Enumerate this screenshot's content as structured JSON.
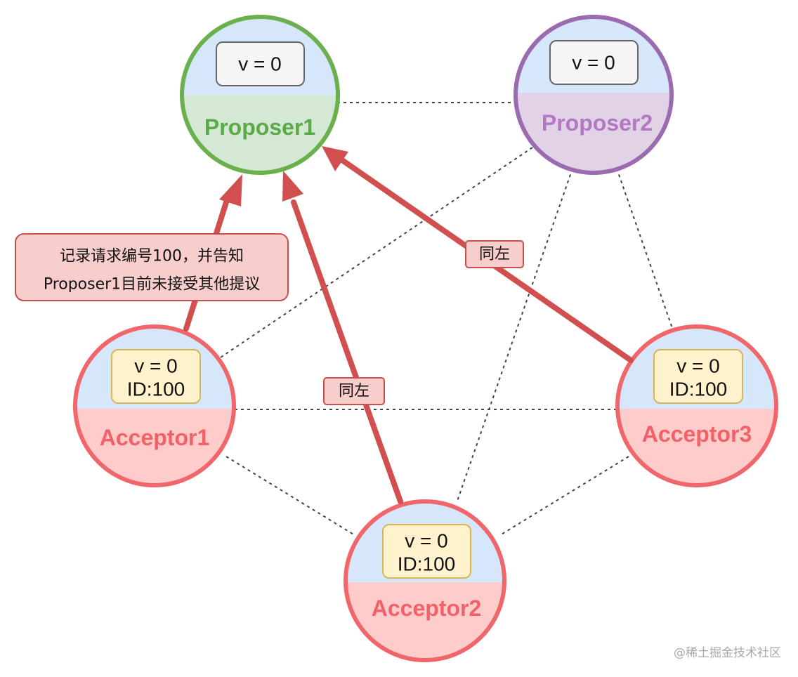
{
  "colors": {
    "proposer1_border": "#6ab04c",
    "proposer1_fill_top": "#d6e6fb",
    "proposer1_fill_bottom": "#d5e8d4",
    "proposer1_text": "#5aaa48",
    "proposer2_border": "#9b6bb0",
    "proposer2_fill_top": "#d6e6fb",
    "proposer2_fill_bottom": "#e2d2e6",
    "proposer2_text": "#b377c4",
    "acceptor_border": "#f0666a",
    "acceptor_fill_top": "#d6e6fb",
    "acceptor_fill_bottom": "#ffcccc",
    "acceptor_text": "#f26168",
    "arrow": "#d24f4f",
    "label_fill": "#f8cecc",
    "label_border": "#c84f4f",
    "value_box_gray_fill": "#f5f5f5",
    "value_box_yellow_fill": "#fff2cc",
    "value_box_yellow_border": "#d6b656"
  },
  "nodes": {
    "proposer1": {
      "name": "Proposer1",
      "value": "v = 0"
    },
    "proposer2": {
      "name": "Proposer2",
      "value": "v = 0"
    },
    "acceptor1": {
      "name": "Acceptor1",
      "value": "v = 0",
      "id": "ID:100"
    },
    "acceptor2": {
      "name": "Acceptor2",
      "value": "v = 0",
      "id": "ID:100"
    },
    "acceptor3": {
      "name": "Acceptor3",
      "value": "v = 0",
      "id": "ID:100"
    }
  },
  "note": {
    "line1": "记录请求编号100，并告知",
    "line2": "Proposer1目前未接受其他提议"
  },
  "edge_labels": {
    "acceptor2": "同左",
    "acceptor3": "同左"
  },
  "watermark": "@稀土掘金技术社区"
}
